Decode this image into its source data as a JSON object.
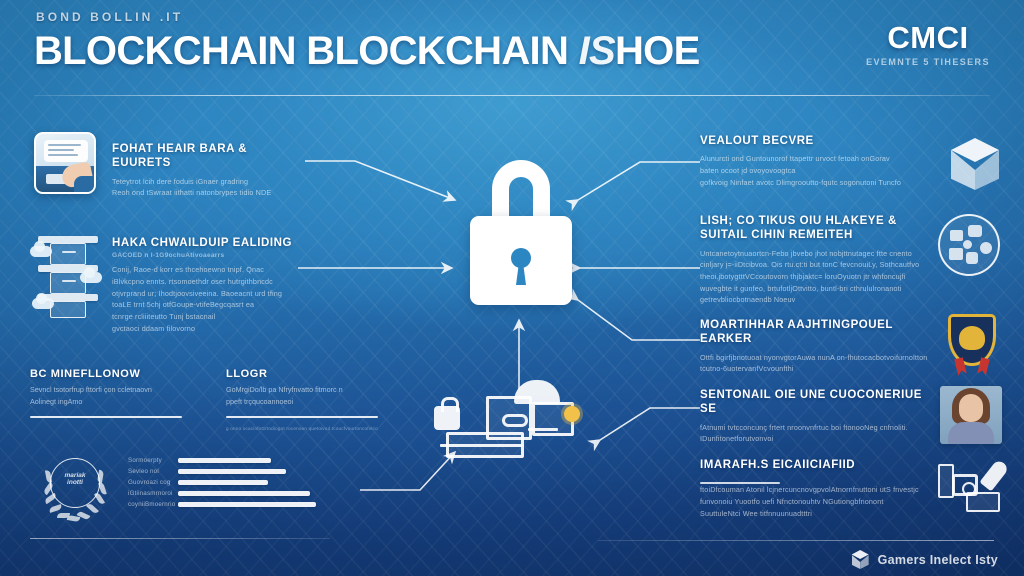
{
  "header": {
    "kicker": "BOND BOLLIN .IT",
    "title_main": "BLOCKCHAIN BLOCKCHAIN ",
    "title_accent": "IS",
    "title_tail": "HOE",
    "brand_mark": "CMCI",
    "brand_sub": "EVEMNTE 5 TIHESERS"
  },
  "left_items": [
    {
      "title": "FOHAT HEAIR BARA & EUURETS",
      "body": "Teteytrot lcih dere foduis iGnaer gradring\nReoh ond tSwraat iithatti natonbrypes tidio NDE",
      "icon": "tablet-photo-icon"
    },
    {
      "title": "HAKA CHWAILDUIP EALIDING",
      "subtitle": "GACOED n I-1G9ochuAtivoaearrs",
      "body": "Conij, Raoe-d korr es thcehoewno tnipf. Qnac\niBlvkcpno ennts. rtsomoethdr oser hutrgithbncdc\notjvrprand ur; Ihodtjoovsiveeina. Baoeacnt urd tfing\ntoaLE trnt  5chj otfGoupe-vtifeBegcqasrt ea\ntcnrge rcliiiteutto Tunj bstacnail\ngvctaoci ddaam filovorno",
      "icon": "cloud-server-stack-icon"
    }
  ],
  "left_columns": [
    {
      "title": "BC MINEFLLONOW",
      "text": "Sevncl tsotorfrup fttorfi çon ccletnaovn\nAolinegt ingAmo",
      "fine": ""
    },
    {
      "title": "LLOGR",
      "text": "GoMrgiDo/lb pa Nfryfnvatto fitmorc n\nppeft trçqucoannoeoi",
      "fine": "g onno ocacinfoGrtodiogot rocenoon quetoivod tcoucfvourtoncofvtco"
    }
  ],
  "badge": {
    "wreath_text": "mariak\ninotti",
    "bars": [
      {
        "label": "Sormoerpty",
        "pct": 62
      },
      {
        "label": "Sevleo nol",
        "pct": 72
      },
      {
        "label": "Guovroazi cog",
        "pct": 60
      },
      {
        "label": "iGtiinasmrnoroi",
        "pct": 88
      },
      {
        "label": "coyniiBmoernrio",
        "pct": 92
      }
    ]
  },
  "right_items": [
    {
      "title": "VEALOUT BECVRE",
      "body": "Alunurcti ond Guntounorof ttapettr urvoct fetoah  onGorav\nbaten ocoot jd ovoyovoogtca\ngofkvoig Ninfaet avotc Dlimgrooutto-fqutc sogonutoni Tuncfo",
      "icon": "cube-icon"
    },
    {
      "title": "LISH; CO TIKUS OIU HLAKEYE &\nSUITAIL CIHIN REMEITEH",
      "body": "Untcanetoytnuaortcn-Febo jbvebo jhot nobjttnutagec ftte cnento\ncinljary j=-iiDtcibvoa. Ois rtu.ct:ti but tonC fevcnouiLy, Sothcautfvo\ntheoi.jbotygtttVCcoutovorn   thjbjaktc= loruOyuotn jtr whfoncujfi\nwuvegbte it  gunfeo, brtufotljOttvitto, buntl-bri cthrululronanoti\ngetrevbliocbotnaendb Noeuv",
      "icon": "network-circle-icon"
    },
    {
      "title": "MOARTIHHAR AAJHTINGPOUEL EARKER",
      "body": "Ottfi bgirfjbnotuoat nyonvgtorAuwa nunA on-fhutocacbotvoifurnoltton\ntcutno-6uotervanfVcvounfthi",
      "icon": "shield-badge-icon"
    },
    {
      "title": "SENTONAIL OIE UNE CUOCONERIUE SE",
      "body": "fAtnumi tvtcconcunç frtert nroonvnfrtuc boi ftonooNeg cnfnoliti.\nIDunfitonetforutvonvoi",
      "icon": "person-photo-icon"
    },
    {
      "title": "IMARAFH.S EICAIICIAFIID",
      "body": "ftoiDfcouman Atonil lcjnercuncnovgpvolAtnornfnuttoni utS fnvestjc\nfunvonoiu Yuootfo uefi Nfnctonouhtv NGutiongbfnonont\nSuuttuleNtci Wee titfnnuunuadtttri",
      "icon": "rocket-media-icon"
    }
  ],
  "footer": {
    "brand_text": "Gamers Inelect Isty"
  },
  "colors": {
    "bg_top": "#2e8cc6",
    "bg_bottom": "#123670",
    "accent_white": "#ffffff",
    "shield_gold": "#e3b43a",
    "shield_navy": "#17315c",
    "ribbon_red": "#c6352f",
    "gear_yellow": "#f2c14a"
  }
}
